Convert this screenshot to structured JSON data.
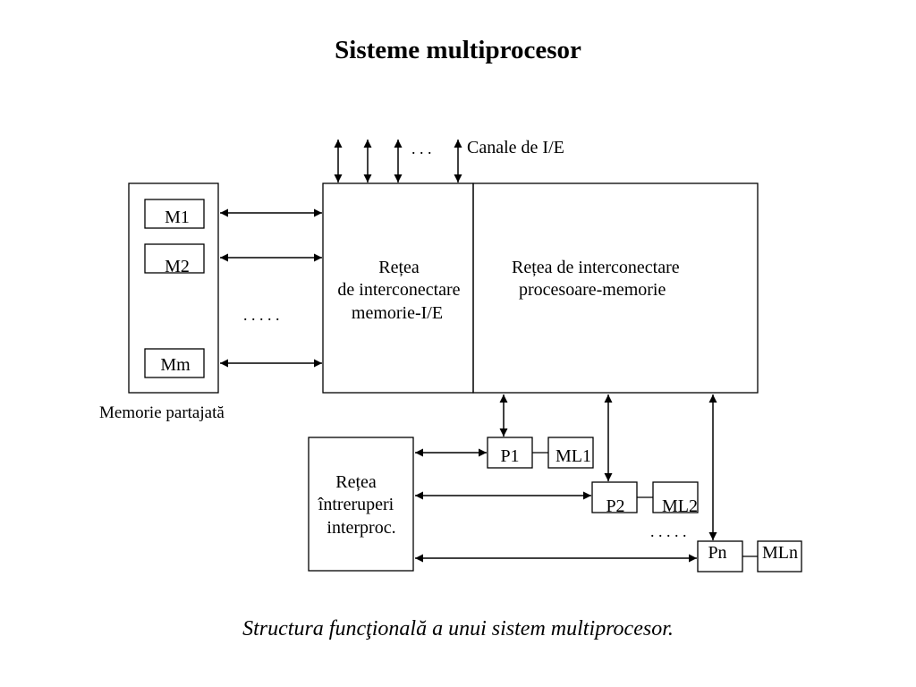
{
  "title": "Sisteme multiprocesor",
  "caption": "Structura funcţională a unui sistem multiprocesor.",
  "diagram": {
    "io_channels_label": "Canale de I/E",
    "io_dots": ". . .",
    "shared_memory": {
      "label": "Memorie partajată",
      "modules": [
        "M1",
        "M2",
        "Mm"
      ],
      "dots": ". . . . ."
    },
    "mem_io_network": {
      "lines": [
        "Rețea",
        "de interconectare",
        "memorie-I/E"
      ]
    },
    "proc_mem_network": {
      "lines": [
        "Rețea de interconectare",
        "procesoare-memorie"
      ]
    },
    "interrupt_network": {
      "lines": [
        "Rețea",
        "întreruperi",
        "interproc."
      ]
    },
    "processors": [
      {
        "name": "P1",
        "local_memory": "ML1"
      },
      {
        "name": "P2",
        "local_memory": "ML2"
      },
      {
        "name": "Pn",
        "local_memory": "MLn"
      }
    ],
    "proc_dots": ". . . . ."
  }
}
